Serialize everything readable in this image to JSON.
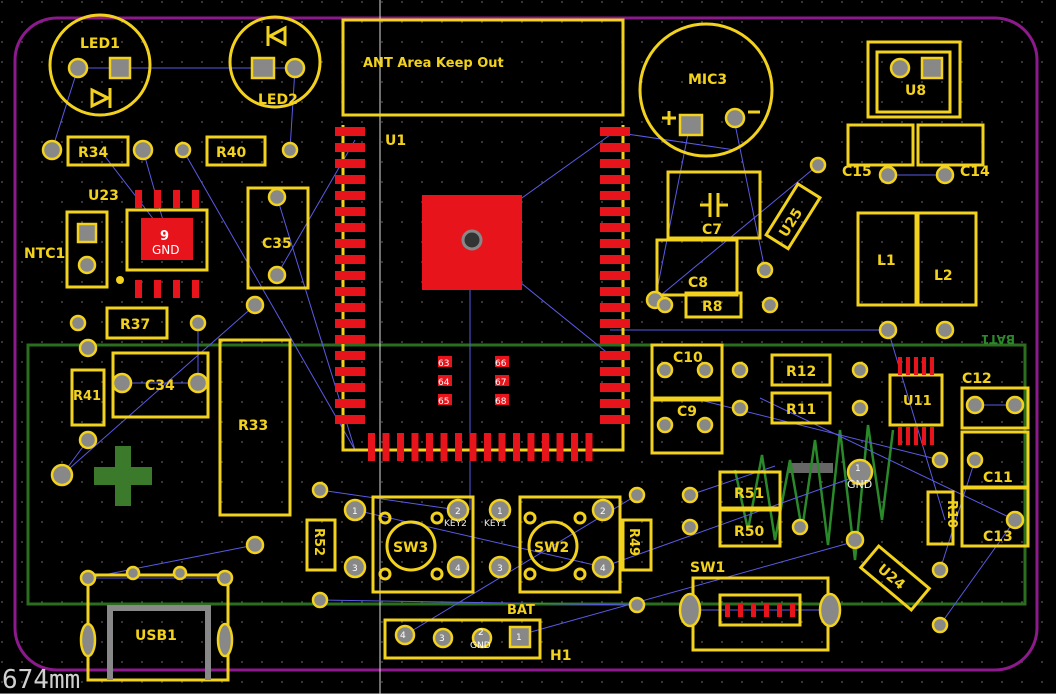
{
  "view": {
    "measure_readout": "674mm"
  },
  "antenna_note": "ANT Area  Keep Out",
  "module": {
    "ref": "U1",
    "pad_numbers": [
      "63",
      "64",
      "65",
      "66",
      "67",
      "68"
    ]
  },
  "designators": {
    "led1": "LED1",
    "led2": "LED2",
    "mic3": "MIC3",
    "u8": "U8",
    "r34": "R34",
    "r40": "R40",
    "u23": "U23",
    "ntc1": "NTC1",
    "c35": "C35",
    "c7": "C7",
    "u25": "U25",
    "c15": "C15",
    "c14": "C14",
    "l1": "L1",
    "l2": "L2",
    "c8": "C8",
    "r8": "R8",
    "r37": "R37",
    "c34": "C34",
    "r41": "R41",
    "r33": "R33",
    "c10": "C10",
    "c9": "C9",
    "r12": "R12",
    "r11": "R11",
    "u11": "U11",
    "c12": "C12",
    "c11": "C11",
    "r10": "R10",
    "c13": "C13",
    "r51": "R51",
    "r50": "R50",
    "u24": "U24",
    "r52": "R52",
    "sw3": "SW3",
    "sw2": "SW2",
    "r49": "R49",
    "sw1": "SW1",
    "usb1": "USB1",
    "h1": "H1",
    "bat": "BAT",
    "bat1": "BAT1",
    "key1": "KEY1",
    "key2": "KEY2"
  },
  "pin_labels": {
    "gnd": "GND",
    "p1": "1",
    "p2": "2",
    "p3": "3",
    "p4": "4",
    "p9": "9"
  },
  "colors": {
    "silkscreen": "#f2d21c",
    "outline": "#8c1a8c",
    "bottom_outline": "#2a6e1e",
    "copper": "#e8141c",
    "ratsnest": "#5a5ae6",
    "background": "#000000"
  }
}
